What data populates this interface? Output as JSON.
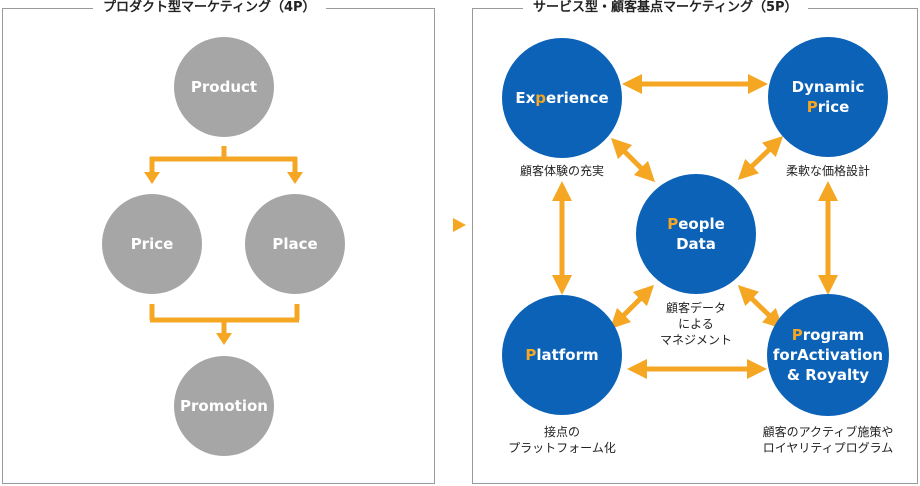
{
  "left_panel": {
    "title": "プロダクト型マーケティング（4P）",
    "nodes": {
      "product": "Product",
      "price": "Price",
      "place": "Place",
      "promotion": "Promotion"
    }
  },
  "right_panel": {
    "title": "サービス型・顧客基点マーケティング（5P）",
    "nodes": {
      "experience": {
        "pre": "Ex",
        "hl": "p",
        "post": "erience"
      },
      "dynamic": {
        "line1": "Dynamic",
        "hl": "P",
        "line2_rest": "rice"
      },
      "people": {
        "hl": "P",
        "line1_rest": "eople",
        "line2": "Data"
      },
      "platform": {
        "hl": "P",
        "rest": "latform"
      },
      "program": {
        "hl": "P",
        "line1_rest": "rogram",
        "line2": "forActivation",
        "line3": "& Royalty"
      }
    },
    "captions": {
      "experience": "顧客体験の充実",
      "dynamic": "柔軟な価格設計",
      "people_1": "顧客データ",
      "people_2": "による",
      "people_3": "マネジメント",
      "platform_1": "接点の",
      "platform_2": "プラットフォーム化",
      "program_1": "顧客のアクティブ施策や",
      "program_2": "ロイヤリティプログラム"
    }
  },
  "colors": {
    "accent_orange": "#f5a623",
    "node_blue": "#0b62b7",
    "node_gray": "#a6a6a6",
    "border_gray": "#9a9a9a"
  }
}
